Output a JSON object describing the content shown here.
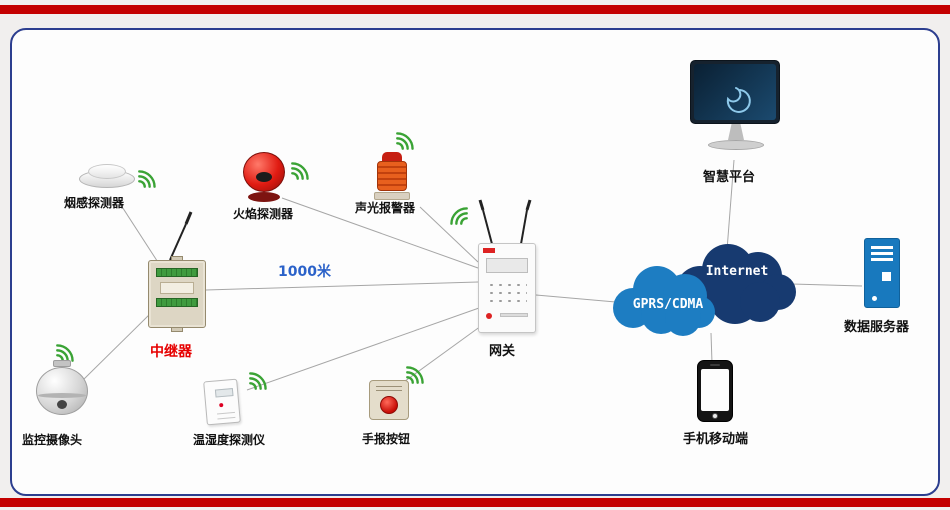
{
  "nodes": {
    "smoke_detector": {
      "label": "烟感探测器"
    },
    "flame_detector": {
      "label": "火焰探测器"
    },
    "sound_light_alarm": {
      "label": "声光报警器"
    },
    "repeater": {
      "label": "中继器",
      "label_color": "#e60000"
    },
    "camera": {
      "label": "监控摄像头"
    },
    "temp_humidity_detector": {
      "label": "温湿度探测仪"
    },
    "manual_call_point": {
      "label": "手报按钮"
    },
    "gateway": {
      "label": "网关"
    },
    "gprs_cloud": {
      "label": "GPRS/CDMA",
      "color": "#1d7dc2"
    },
    "internet_cloud": {
      "label": "Internet",
      "color": "#173a70"
    },
    "smart_platform": {
      "label": "智慧平台"
    },
    "data_server": {
      "label": "数据服务器"
    },
    "mobile_client": {
      "label": "手机移动端"
    }
  },
  "edges": {
    "distance_label": "1000米",
    "distance_color": "#2b62c9",
    "connections": [
      {
        "from": "smoke_detector",
        "to": "repeater"
      },
      {
        "from": "camera",
        "to": "repeater"
      },
      {
        "from": "repeater",
        "to": "gateway"
      },
      {
        "from": "flame_detector",
        "to": "gateway"
      },
      {
        "from": "sound_light_alarm",
        "to": "gateway"
      },
      {
        "from": "temp_humidity_detector",
        "to": "gateway"
      },
      {
        "from": "manual_call_point",
        "to": "gateway"
      },
      {
        "from": "gateway",
        "to": "gprs_cloud"
      },
      {
        "from": "internet_cloud",
        "to": "smart_platform"
      },
      {
        "from": "internet_cloud",
        "to": "data_server"
      },
      {
        "from": "internet_cloud",
        "to": "mobile_client"
      }
    ]
  },
  "colors": {
    "frame_bar": "#c40000",
    "frame_border": "#2c3e8f",
    "wifi_icon": "#3aa335"
  }
}
